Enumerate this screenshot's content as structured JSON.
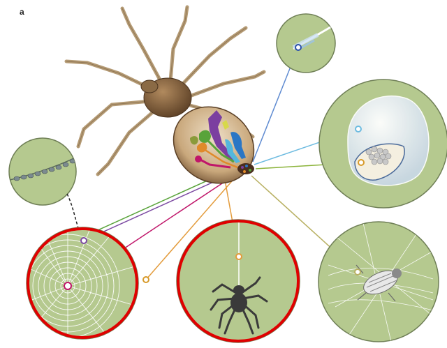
{
  "figure": {
    "panel_label": "a",
    "colors": {
      "background": "#ffffff",
      "inset_fill": "#b5c98f",
      "inset_stroke": "#6f7f56",
      "highlight_ring": "#e00000",
      "spider_body": "#8a6a45",
      "spider_legs": "#b49a74",
      "abdomen": "#c9a87c",
      "silk": "#ffffff"
    },
    "gland_colors": [
      "#7b3fa0",
      "#c0166a",
      "#59a33a",
      "#e08a2a",
      "#2a76c5",
      "#54b7dd",
      "#8a9a3a",
      "#d7d84a"
    ],
    "insets": [
      {
        "name": "dragline-silk-inset",
        "connector": "#5f8bd1",
        "content": "silk-fiber"
      },
      {
        "name": "egg-sac-inset",
        "connector": "#6dbbe0",
        "content": "egg-sac"
      },
      {
        "name": "egg-case-inset",
        "connector": "#8bb33a",
        "content": "eggs"
      },
      {
        "name": "capture-thread-inset",
        "connector": "#7c4aa2",
        "content": "glue-droplets"
      },
      {
        "name": "orb-web-inset",
        "connector": "#c0166a",
        "content": "orb-web",
        "highlighted": true
      },
      {
        "name": "dragline-safety-inset",
        "connector": "#e39b3b",
        "content": "hanging-spider",
        "highlighted": true
      },
      {
        "name": "prey-wrapping-inset",
        "connector": "#b8b062",
        "content": "wrapped-prey"
      }
    ]
  }
}
